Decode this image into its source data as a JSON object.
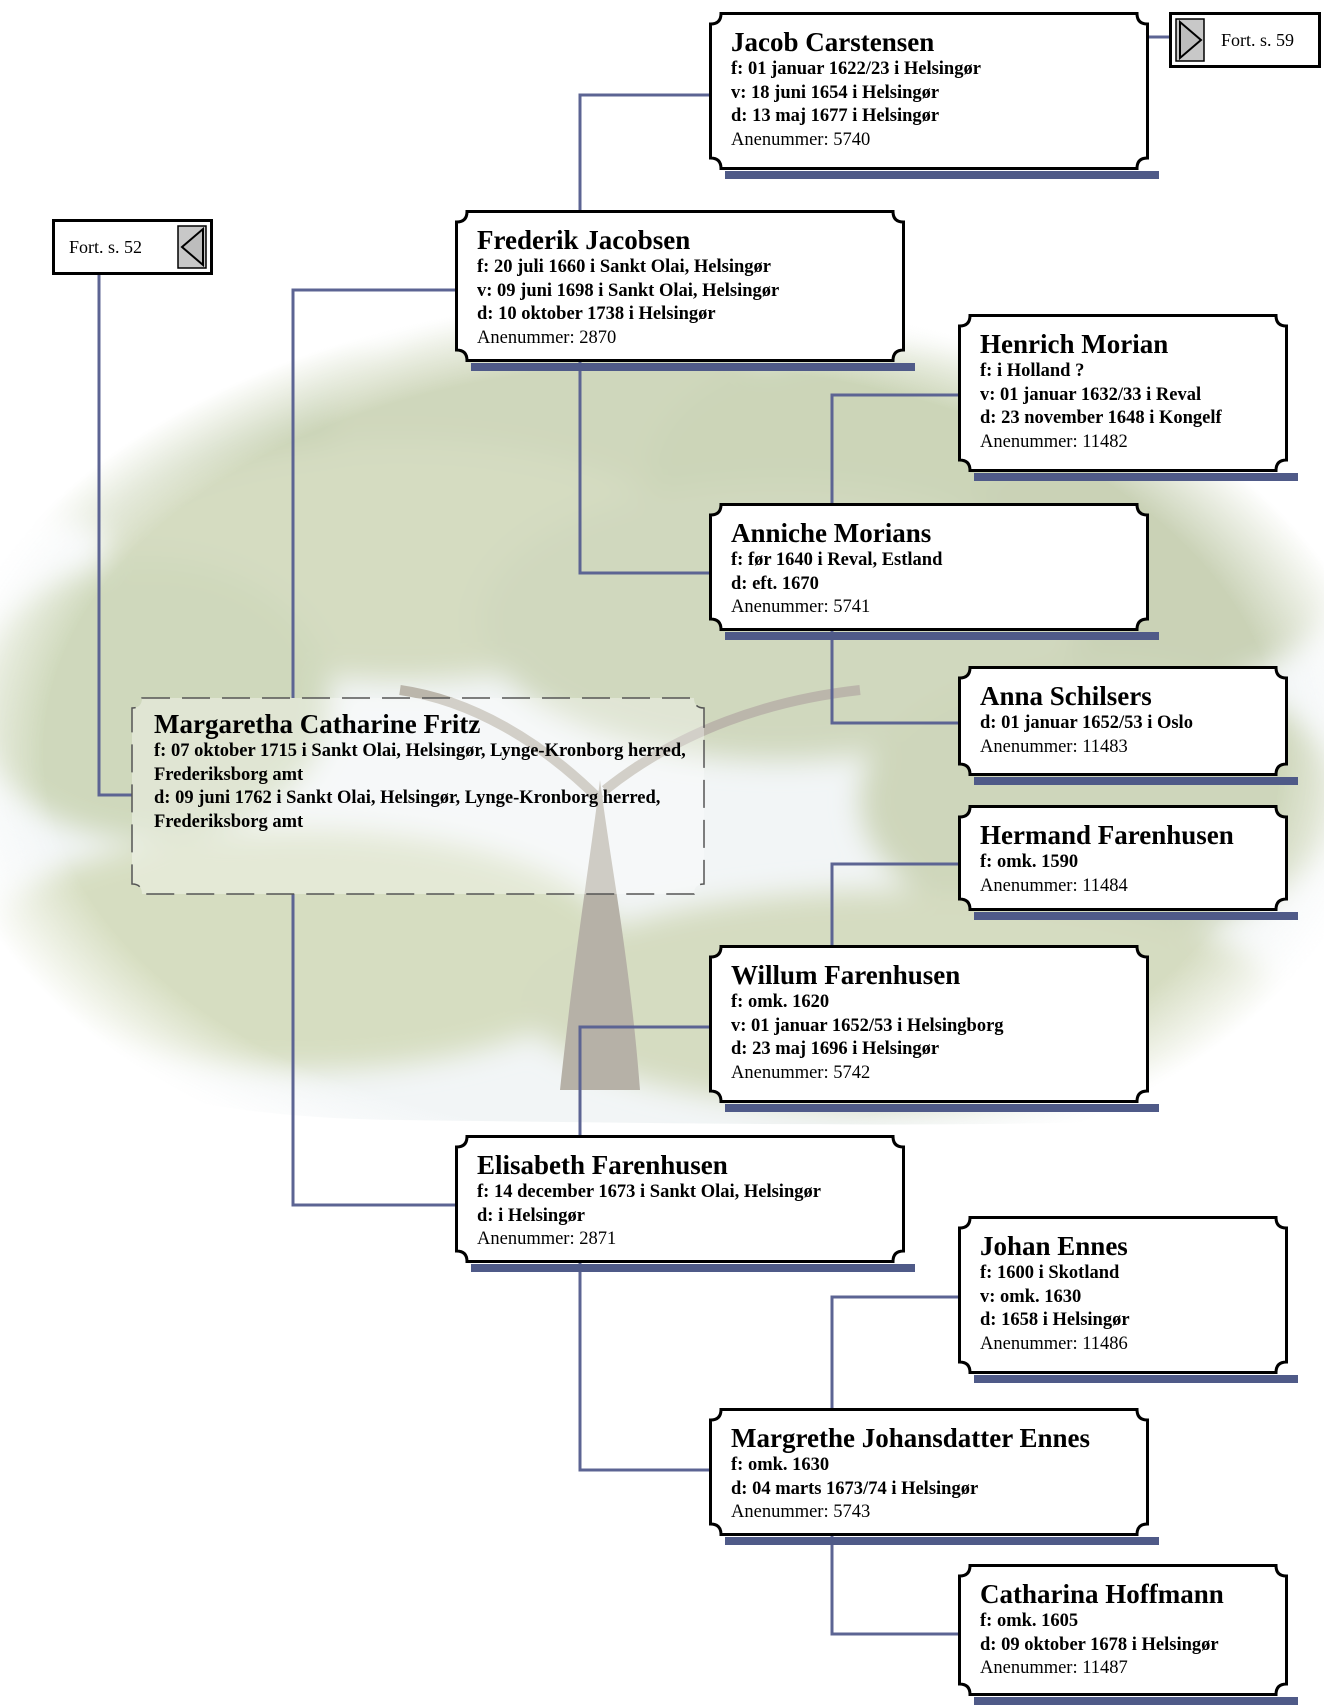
{
  "colors": {
    "connector": "#5c6493",
    "shadow": "#4f5a88",
    "border": "#000000"
  },
  "continuation": {
    "left": {
      "label": "Fort. s. 52",
      "arrow": "left-triangle-icon"
    },
    "right": {
      "label": "Fort. s. 59",
      "arrow": "right-triangle-icon"
    }
  },
  "root": {
    "name": "Margaretha Catharine Fritz",
    "events": [
      "f: 07 oktober 1715 i Sankt Olai, Helsingør, Lynge-Kronborg herred, Frederiksborg amt",
      "d: 09 juni 1762 i Sankt Olai, Helsingør, Lynge-Kronborg herred, Frederiksborg amt"
    ]
  },
  "persons": [
    {
      "key": "jacob",
      "name": "Jacob Carstensen",
      "events": [
        "f: 01 januar 1622/23 i Helsingør",
        "v: 18 juni 1654 i Helsingør",
        "d: 13 maj 1677 i Helsingør"
      ],
      "anenummer": "Anenummer: 5740"
    },
    {
      "key": "frederik",
      "name": "Frederik Jacobsen",
      "events": [
        "f: 20 juli 1660 i Sankt Olai, Helsingør",
        "v: 09 juni 1698 i Sankt Olai, Helsingør",
        "d: 10 oktober 1738 i Helsingør"
      ],
      "anenummer": "Anenummer: 2870"
    },
    {
      "key": "henrich",
      "name": "Henrich Morian",
      "events": [
        "f: i Holland ?",
        "v: 01 januar 1632/33 i Reval",
        "d: 23 november 1648 i Kongelf"
      ],
      "anenummer": "Anenummer: 11482"
    },
    {
      "key": "anniche",
      "name": "Anniche Morians",
      "events": [
        "f: før 1640 i Reval, Estland",
        "d: eft. 1670"
      ],
      "anenummer": "Anenummer: 5741"
    },
    {
      "key": "anna",
      "name": "Anna Schilsers",
      "events": [
        "d: 01 januar 1652/53 i Oslo"
      ],
      "anenummer": "Anenummer: 11483"
    },
    {
      "key": "hermand",
      "name": "Hermand Farenhusen",
      "events": [
        "f: omk. 1590"
      ],
      "anenummer": "Anenummer: 11484"
    },
    {
      "key": "willum",
      "name": "Willum Farenhusen",
      "events": [
        "f: omk. 1620",
        "v: 01 januar 1652/53 i Helsingborg",
        "d: 23 maj 1696 i Helsingør"
      ],
      "anenummer": "Anenummer: 5742"
    },
    {
      "key": "elisabeth",
      "name": "Elisabeth Farenhusen",
      "events": [
        "f: 14 december 1673 i Sankt Olai, Helsingør",
        "d: i Helsingør"
      ],
      "anenummer": "Anenummer: 2871"
    },
    {
      "key": "johan",
      "name": "Johan Ennes",
      "events": [
        "f: 1600 i Skotland",
        "v: omk. 1630",
        "d: 1658 i Helsingør"
      ],
      "anenummer": "Anenummer: 11486"
    },
    {
      "key": "margrethe",
      "name": "Margrethe Johansdatter Ennes",
      "events": [
        "f: omk. 1630",
        "d: 04 marts 1673/74 i Helsingør"
      ],
      "anenummer": "Anenummer: 5743"
    },
    {
      "key": "catharina",
      "name": "Catharina Hoffmann",
      "events": [
        "f: omk. 1605",
        "d: 09 oktober 1678 i Helsingør"
      ],
      "anenummer": "Anenummer: 11487"
    }
  ]
}
